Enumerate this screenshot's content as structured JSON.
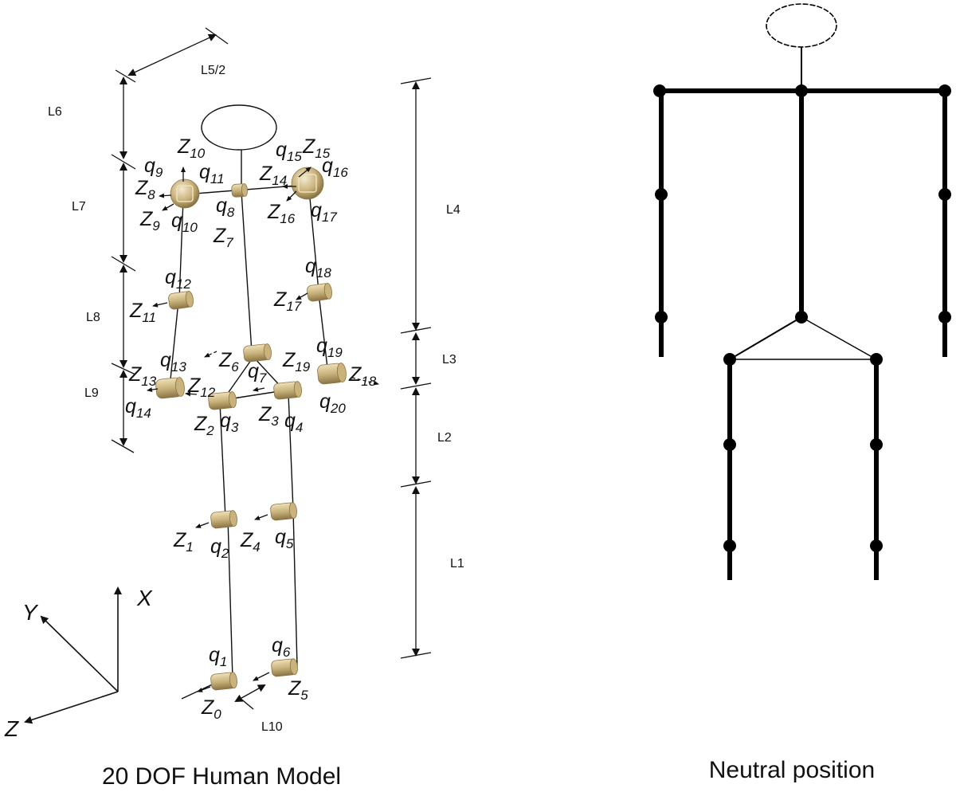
{
  "captions": {
    "left": "20 DOF Human Model",
    "right": "Neutral position"
  },
  "dimensions": {
    "L1": "L1",
    "L2": "L2",
    "L3": "L3",
    "L4": "L4",
    "L5_2": "L5/2",
    "L6": "L6",
    "L7": "L7",
    "L8": "L8",
    "L9": "L9",
    "L10": "L10"
  },
  "axes": {
    "x": "X",
    "y": "Y",
    "z": "Z"
  },
  "joint_labels": {
    "q1": [
      "q",
      "1"
    ],
    "q2": [
      "q",
      "2"
    ],
    "q3": [
      "q",
      "3"
    ],
    "q4": [
      "q",
      "4"
    ],
    "q5": [
      "q",
      "5"
    ],
    "q6": [
      "q",
      "6"
    ],
    "q7": [
      "q",
      "7"
    ],
    "q8": [
      "q",
      "8"
    ],
    "q9": [
      "q",
      "9"
    ],
    "q10": [
      "q",
      "10"
    ],
    "q11": [
      "q",
      "11"
    ],
    "q12": [
      "q",
      "12"
    ],
    "q13": [
      "q",
      "13"
    ],
    "q14": [
      "q",
      "14"
    ],
    "q15": [
      "q",
      "15"
    ],
    "q16": [
      "q",
      "16"
    ],
    "q17": [
      "q",
      "17"
    ],
    "q18": [
      "q",
      "18"
    ],
    "q19": [
      "q",
      "19"
    ],
    "q20": [
      "q",
      "20"
    ],
    "Z0": [
      "Z",
      "0"
    ],
    "Z1": [
      "Z",
      "1"
    ],
    "Z2": [
      "Z",
      "2"
    ],
    "Z3": [
      "Z",
      "3"
    ],
    "Z4": [
      "Z",
      "4"
    ],
    "Z5": [
      "Z",
      "5"
    ],
    "Z6": [
      "Z",
      "6"
    ],
    "Z7": [
      "Z",
      "7"
    ],
    "Z8": [
      "Z",
      "8"
    ],
    "Z9": [
      "Z",
      "9"
    ],
    "Z10": [
      "Z",
      "10"
    ],
    "Z11": [
      "Z",
      "11"
    ],
    "Z12": [
      "Z",
      "12"
    ],
    "Z13": [
      "Z",
      "13"
    ],
    "Z14": [
      "Z",
      "14"
    ],
    "Z15": [
      "Z",
      "15"
    ],
    "Z16": [
      "Z",
      "16"
    ],
    "Z17": [
      "Z",
      "17"
    ],
    "Z18": [
      "Z",
      "18"
    ],
    "Z19": [
      "Z",
      "19"
    ]
  },
  "colors": {
    "joint_fill": "#c9b27c",
    "joint_shade": "#8a7444",
    "joint_highlight": "#efe1b8",
    "line": "#111111",
    "stick_figure": "#000000"
  }
}
